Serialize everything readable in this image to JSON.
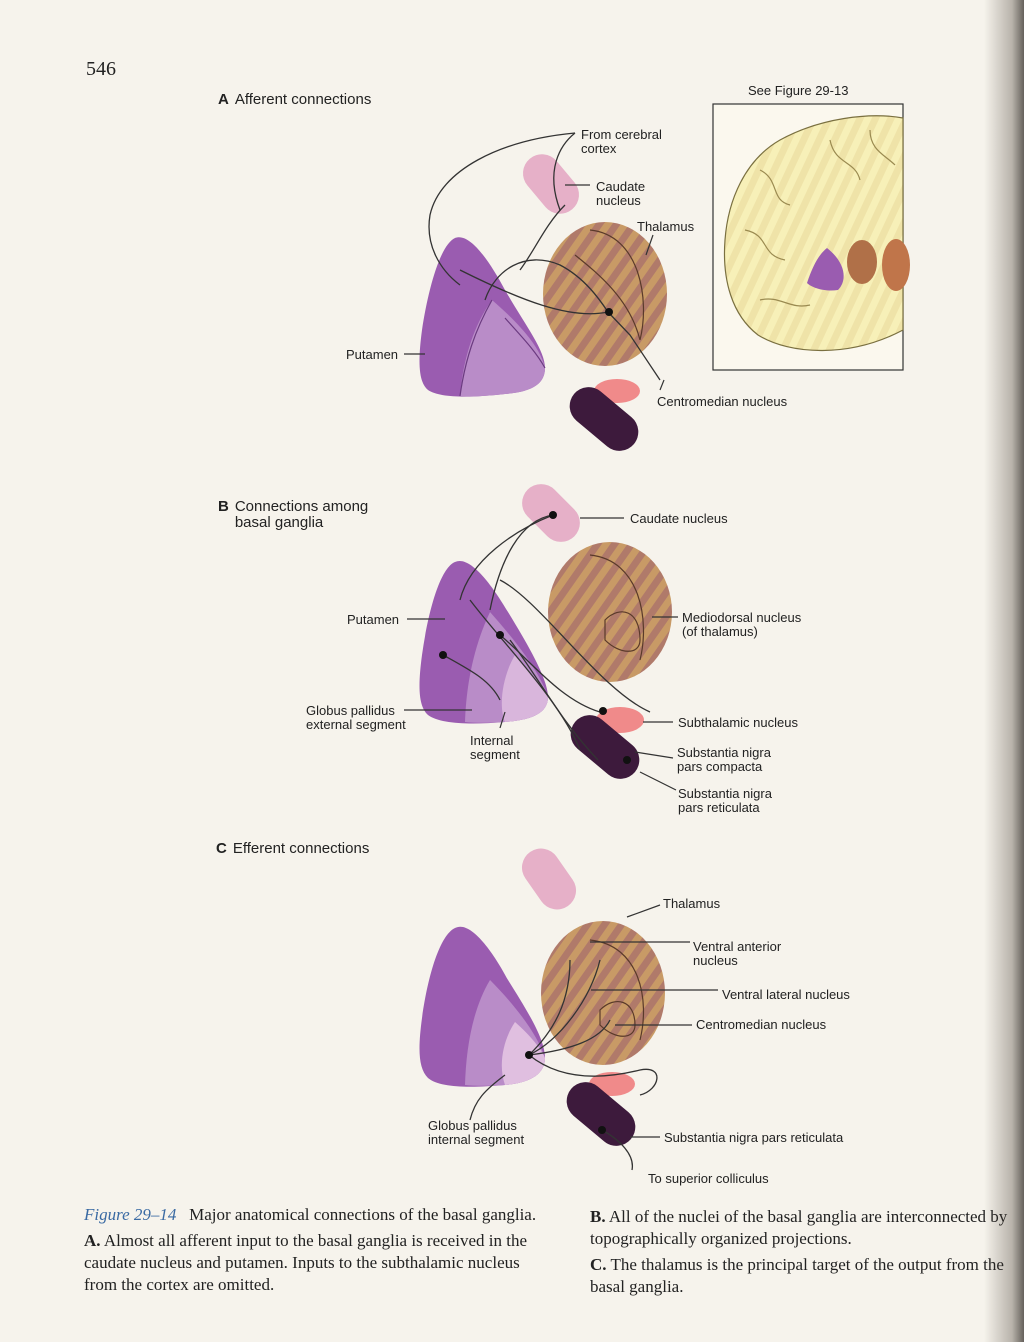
{
  "page_number": "546",
  "panels": {
    "a": {
      "letter": "A",
      "title": "Afferent connections",
      "see_figure": "See Figure 29-13",
      "labels": {
        "from_cortex": "From cerebral\ncortex",
        "caudate": "Caudate\nnucleus",
        "thalamus": "Thalamus",
        "putamen": "Putamen",
        "centromedian": "Centromedian nucleus"
      }
    },
    "b": {
      "letter": "B",
      "title": "Connections among\nbasal ganglia",
      "labels": {
        "caudate": "Caudate nucleus",
        "mediodorsal": "Mediodorsal nucleus\n(of thalamus)",
        "putamen": "Putamen",
        "gp_external": "Globus pallidus\nexternal segment",
        "internal": "Internal\nsegment",
        "subthalamic": "Subthalamic nucleus",
        "sn_compacta": "Substantia nigra\npars compacta",
        "sn_reticulata": "Substantia nigra\npars reticulata"
      }
    },
    "c": {
      "letter": "C",
      "title": "Efferent connections",
      "labels": {
        "thalamus": "Thalamus",
        "ventral_anterior": "Ventral anterior\nnucleus",
        "ventral_lateral": "Ventral lateral nucleus",
        "centromedian": "Centromedian nucleus",
        "gp_internal": "Globus pallidus\ninternal segment",
        "sn_reticulata": "Substantia nigra pars reticulata",
        "sup_colliculus": "To superior colliculus"
      }
    }
  },
  "caption": {
    "figure_label": "Figure 29–14",
    "title": "Major anatomical connections of the basal ganglia.",
    "a_letter": "A.",
    "a_text": "Almost all afferent input to the basal ganglia is received in the caudate nucleus and putamen. Inputs to the subthalamic nucleus from the cortex are omitted.",
    "b_letter": "B.",
    "b_text": "All of the nuclei of the basal ganglia are interconnected by topographically organized projections.",
    "c_letter": "C.",
    "c_text": "The thalamus is the principal target of the output from the basal ganglia."
  },
  "colors": {
    "putamen": "#9a5cb0",
    "globus_pallidus": "#b98cc8",
    "internal": "#d9b6dc",
    "caudate": "#e6b0c8",
    "thalamus": "#c08a5e",
    "subthalamic": "#f08a8a",
    "substantia_nigra": "#3d1a3c",
    "caption_accent": "#3a6aa3"
  }
}
